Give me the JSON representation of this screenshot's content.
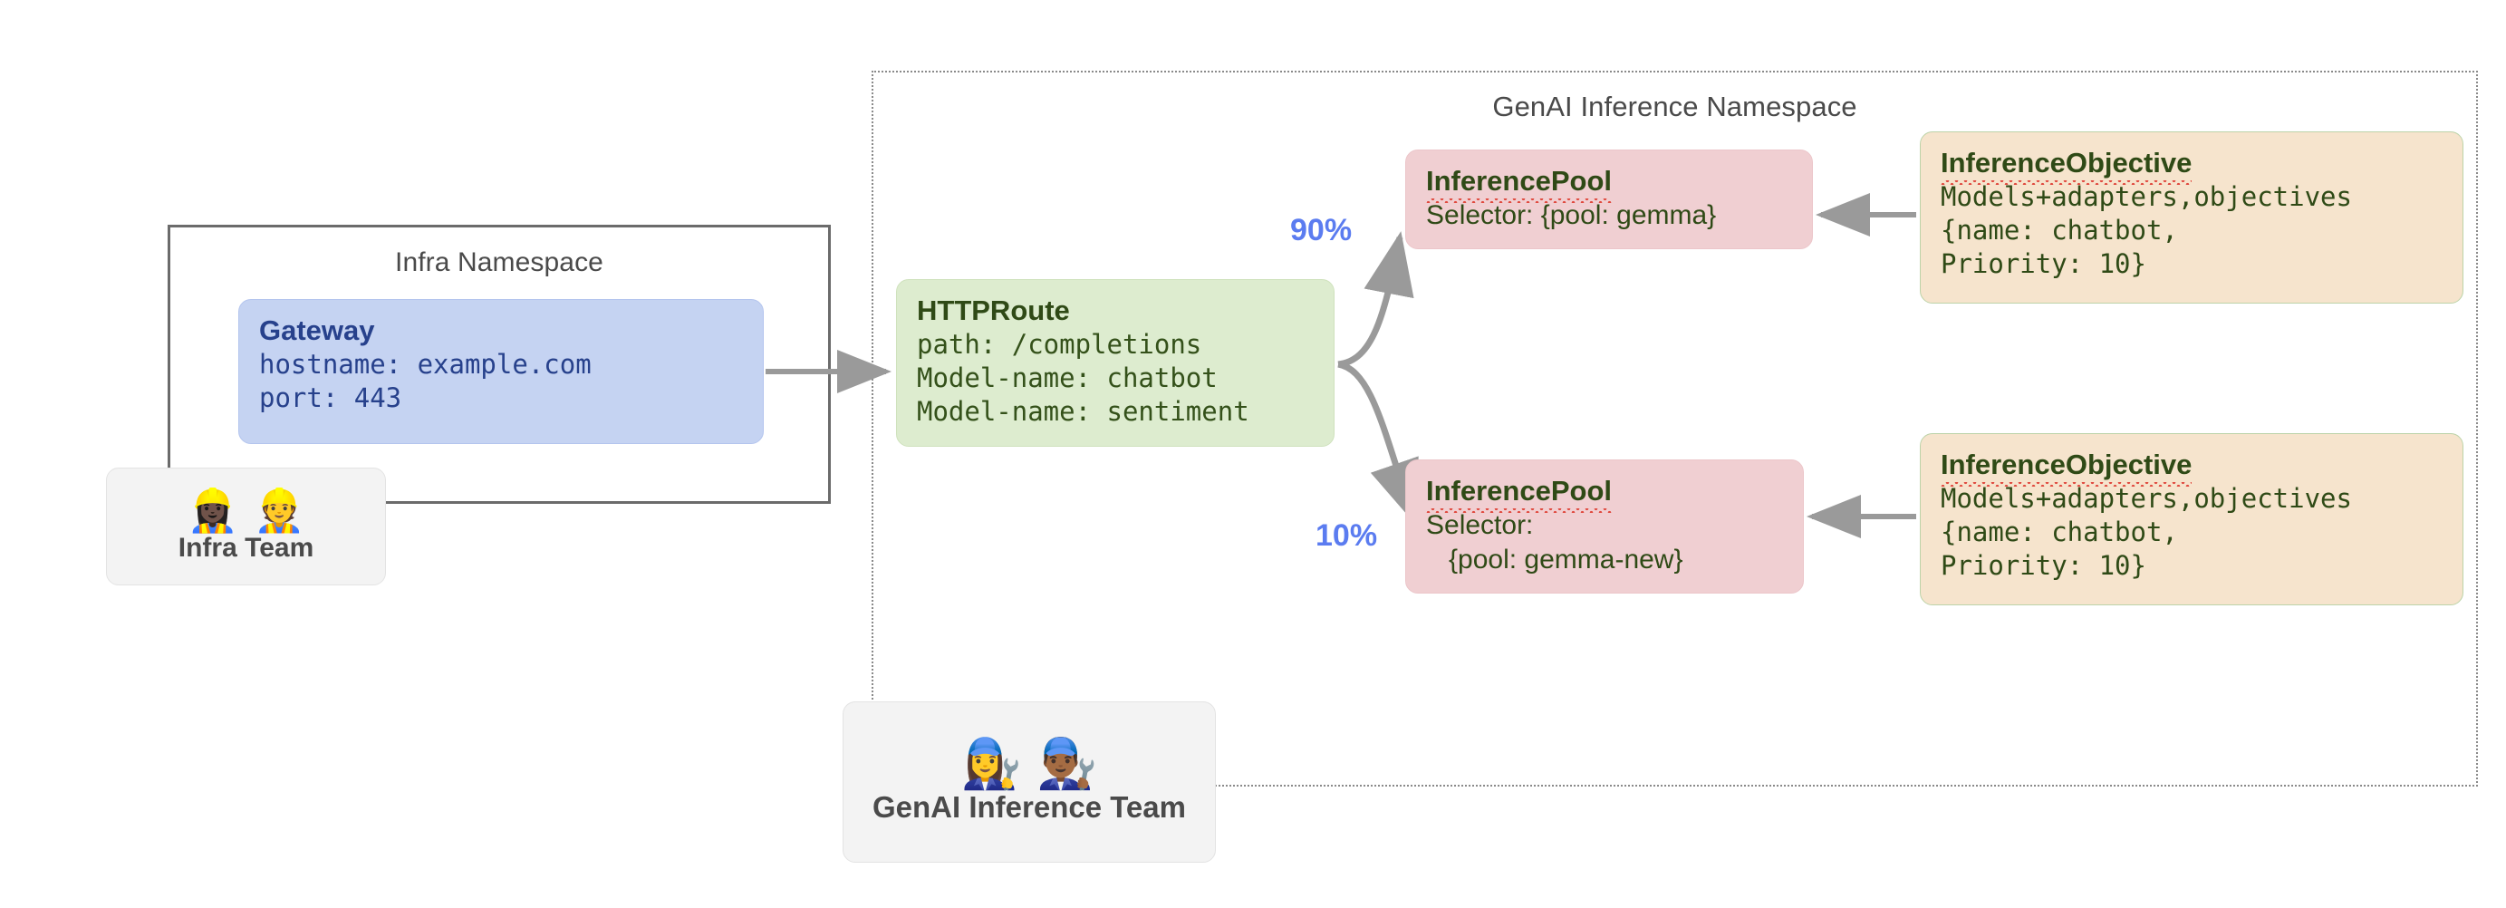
{
  "namespaces": {
    "infra": {
      "title": "Infra Namespace"
    },
    "genai": {
      "title": "GenAI Inference Namespace"
    }
  },
  "nodes": {
    "gateway": {
      "title": "Gateway",
      "line1": "hostname: example.com",
      "line2": "port: 443"
    },
    "httproute": {
      "title": "HTTPRoute",
      "line1": "path: /completions",
      "line2": "Model-name: chatbot",
      "line3": "Model-name: sentiment"
    },
    "pool_gemma": {
      "title": "InferencePool",
      "selector": "Selector: {pool: gemma}"
    },
    "pool_gemma_new": {
      "title": "InferencePool",
      "selector_line1": "Selector:",
      "selector_line2": "   {pool: gemma-new}"
    },
    "objective_top": {
      "title": "InferenceObjective",
      "line1": "Models+adapters,objectives",
      "line2": "{name: chatbot,",
      "line3": "Priority: 10}"
    },
    "objective_bottom": {
      "title": "InferenceObjective",
      "line1": "Models+adapters,objectives",
      "line2": "{name: chatbot,",
      "line3": "Priority: 10}"
    }
  },
  "edges": {
    "split_top_label": "90%",
    "split_bottom_label": "10%"
  },
  "teams": {
    "infra": {
      "label": "Infra Team",
      "emoji_left": "👷🏿‍♀️",
      "emoji_right": "👷"
    },
    "genai": {
      "label": "GenAI Inference Team",
      "emoji_left": "👩‍🔧",
      "emoji_right": "👨🏾‍🔧"
    }
  },
  "colors": {
    "gateway_fill": "#c5d3f2",
    "gateway_text": "#27418c",
    "httproute_fill": "#ddeccf",
    "httproute_text": "#2f4a16",
    "pool_fill": "#f0cfd2",
    "objective_fill": "#f6e4cd",
    "objective_border": "#bcd3a8",
    "node_text_green": "#2f4a16",
    "arrow_gray": "#9a9a9a",
    "namespace_border": "#6b6b6b",
    "percent_blue": "#5b7cf0",
    "badge_fill": "#f3f3f3",
    "spellcheck_red": "#e04a3f"
  }
}
